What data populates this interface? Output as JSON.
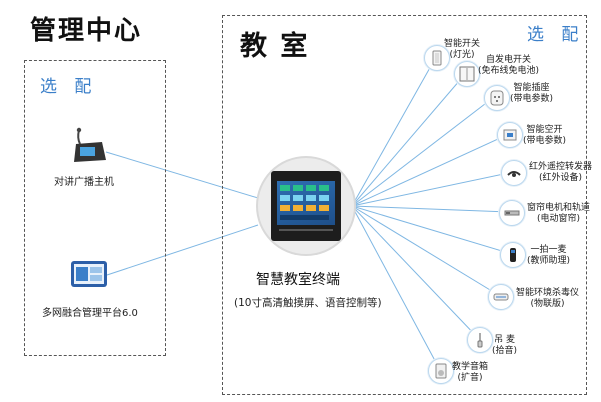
{
  "admin_center": {
    "title": "管理中心",
    "optional_label": "选 配",
    "items": [
      {
        "label": "对讲广播主机"
      },
      {
        "label": "多网融合管理平台6.0"
      }
    ]
  },
  "classroom": {
    "title": "教 室",
    "optional_label": "选 配"
  },
  "terminal": {
    "title": "智慧教室终端",
    "subtitle": "(10寸高清触摸屏、语音控制等)"
  },
  "devices": [
    {
      "line1": "智能开关",
      "line2": "(灯光)",
      "icon": "switch-icon"
    },
    {
      "line1": "自发电开关",
      "line2": "(免布线免电池)",
      "icon": "wireless-switch-icon"
    },
    {
      "line1": "智能插座",
      "line2": "(带电参数)",
      "icon": "socket-icon"
    },
    {
      "line1": "智能空开",
      "line2": "(带电参数)",
      "icon": "breaker-icon"
    },
    {
      "line1": "红外遥控转发器",
      "line2": "(红外设备)",
      "icon": "ir-remote-icon"
    },
    {
      "line1": "窗帘电机和轨道",
      "line2": "(电动窗帘)",
      "icon": "curtain-motor-icon"
    },
    {
      "line1": "一拍一麦",
      "line2": "(教师助理)",
      "icon": "mic-icon"
    },
    {
      "line1": "智能环境杀毒仪",
      "line2": "(物联版)",
      "icon": "air-sterilizer-icon"
    },
    {
      "line1": "吊 麦",
      "line2": "(拾音)",
      "icon": "hanging-mic-icon"
    },
    {
      "line1": "教学音箱",
      "line2": "(扩音)",
      "icon": "speaker-icon"
    }
  ],
  "colors": {
    "line": "#7fb7e3",
    "accent": "#3b7fc9"
  }
}
